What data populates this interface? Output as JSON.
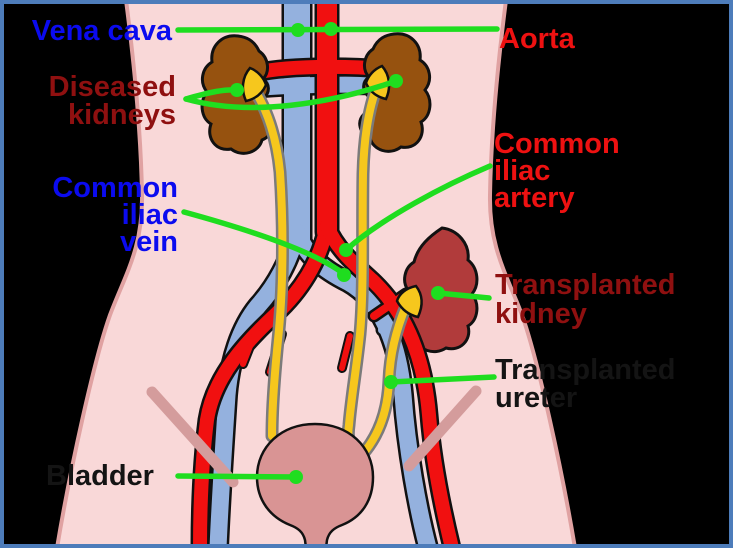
{
  "diagram_title": "Kidney transplant anatomy diagram",
  "labels": {
    "vena_cava": {
      "text": "Vena cava"
    },
    "aorta": {
      "text": "Aorta"
    },
    "diseased_kidneys": {
      "lines": [
        "Diseased",
        "kidneys"
      ]
    },
    "common_iliac_vein": {
      "lines": [
        "Common",
        "iliac",
        "vein"
      ]
    },
    "common_iliac_artery": {
      "lines": [
        "Common",
        "iliac",
        "artery"
      ]
    },
    "transplanted_kidney": {
      "lines": [
        "Transplanted",
        "kidney"
      ]
    },
    "transplanted_ureter": {
      "lines": [
        "Transplanted",
        "ureter"
      ]
    },
    "bladder": {
      "text": "Bladder"
    }
  },
  "colors": {
    "frame_border": "#4d7cba",
    "background": "#000000",
    "body_fill": "#f9d8d8",
    "body_outline": "#e0a2a2",
    "vein_blue": "#94b1de",
    "artery_red": "#f11010",
    "diseased_kidney_brown": "#96520f",
    "transplanted_kidney_red": "#b13b3b",
    "ureter_yellow": "#f6c71d",
    "ureter_outline_gray": "#7b7b7b",
    "bladder_pink": "#d99494",
    "groin_crease_pink": "#d49c9c",
    "pointer_green": "#1fdd1f",
    "label_blue": "#0b0bef",
    "label_red": "#ee1111",
    "label_dark_red": "#8f1010",
    "label_black": "#141414"
  }
}
